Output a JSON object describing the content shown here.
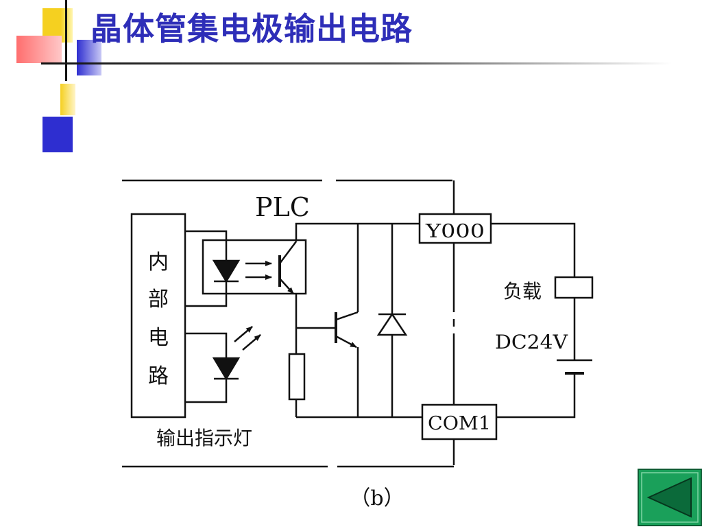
{
  "slide": {
    "title": "晶体管集电极输出电路",
    "accent_blue": "#2e2eb8",
    "accent_yellow": "#f5d020",
    "accent_red": "#f06060"
  },
  "diagram": {
    "plc_label": "PLC",
    "internal_circuit_label": [
      "内",
      "部",
      "电",
      "路"
    ],
    "output_terminal": "Y000",
    "common_terminal": "COM1",
    "load_label": "负载",
    "supply_label": "DC24V",
    "indicator_label": "输出指示灯",
    "caption": "（b）"
  },
  "nav": {
    "back_icon": "triangle-left-icon",
    "button_color": "#1aa05a"
  }
}
